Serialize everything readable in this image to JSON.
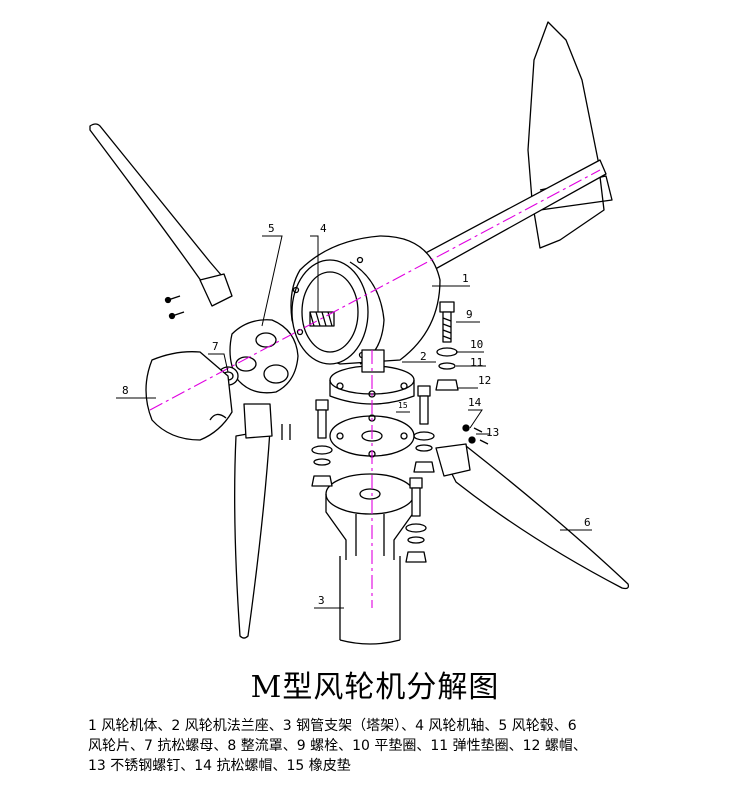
{
  "title": "M型风轮机分解图",
  "legend_lines": [
    "1  风轮机体、2  风轮机法兰座、3  钢管支架（塔架）、4  风轮机轴、5  风轮毂、6",
    "风轮片、7  抗松螺母、8  整流罩、9  螺栓、10  平垫圈、11  弹性垫圈、12  螺帽、",
    "13  不锈钢螺钉、14  抗松螺帽、15  橡皮垫"
  ],
  "callouts": {
    "c1": "1",
    "c2": "2",
    "c3": "3",
    "c4": "4",
    "c5": "5",
    "c6": "6",
    "c7": "7",
    "c8": "8",
    "c9": "9",
    "c10": "10",
    "c11": "11",
    "c12": "12",
    "c13": "13",
    "c14": "14",
    "c15": "15"
  },
  "colors": {
    "centerline": "#e000e0",
    "line": "#000000"
  }
}
